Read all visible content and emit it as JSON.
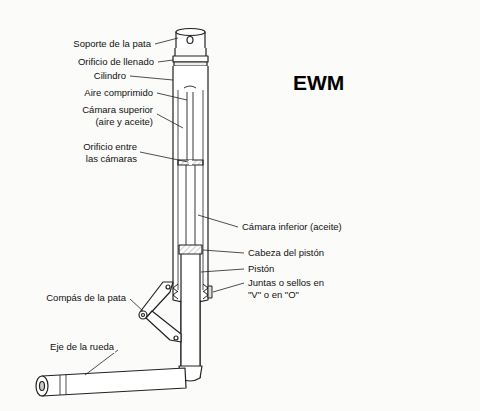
{
  "diagram": {
    "labels": [
      "Soporte de la pata",
      "Orificio de llenado",
      "Cilindro",
      "Aire comprimido",
      "Cámara superior (aire y aceite)",
      "Orificio entre las cámaras",
      "Cámara inferior (aceite)",
      "Cabeza del pistón",
      "Pistón",
      "Juntas o sellos en \"V\" o en \"O\"",
      "Compás de la pata",
      "Eje de la rueda",
      "EWM"
    ]
  }
}
